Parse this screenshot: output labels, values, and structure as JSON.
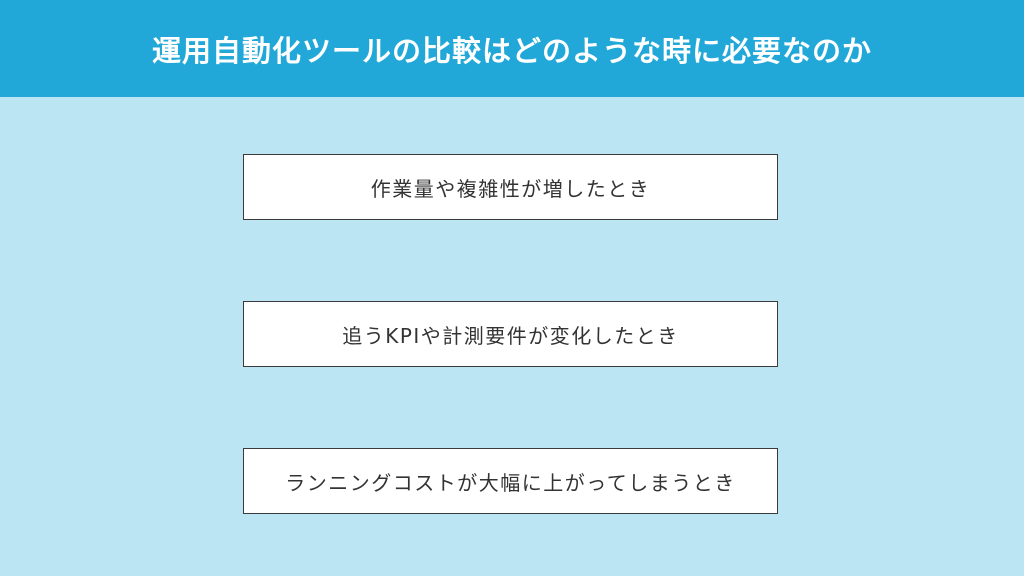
{
  "header": {
    "title": "運用自動化ツールの比較はどのような時に必要なのか"
  },
  "items": [
    {
      "label": "作業量や複雑性が増したとき"
    },
    {
      "label": "追うKPIや計測要件が変化したとき"
    },
    {
      "label": "ランニングコストが大幅に上がってしまうとき"
    }
  ]
}
